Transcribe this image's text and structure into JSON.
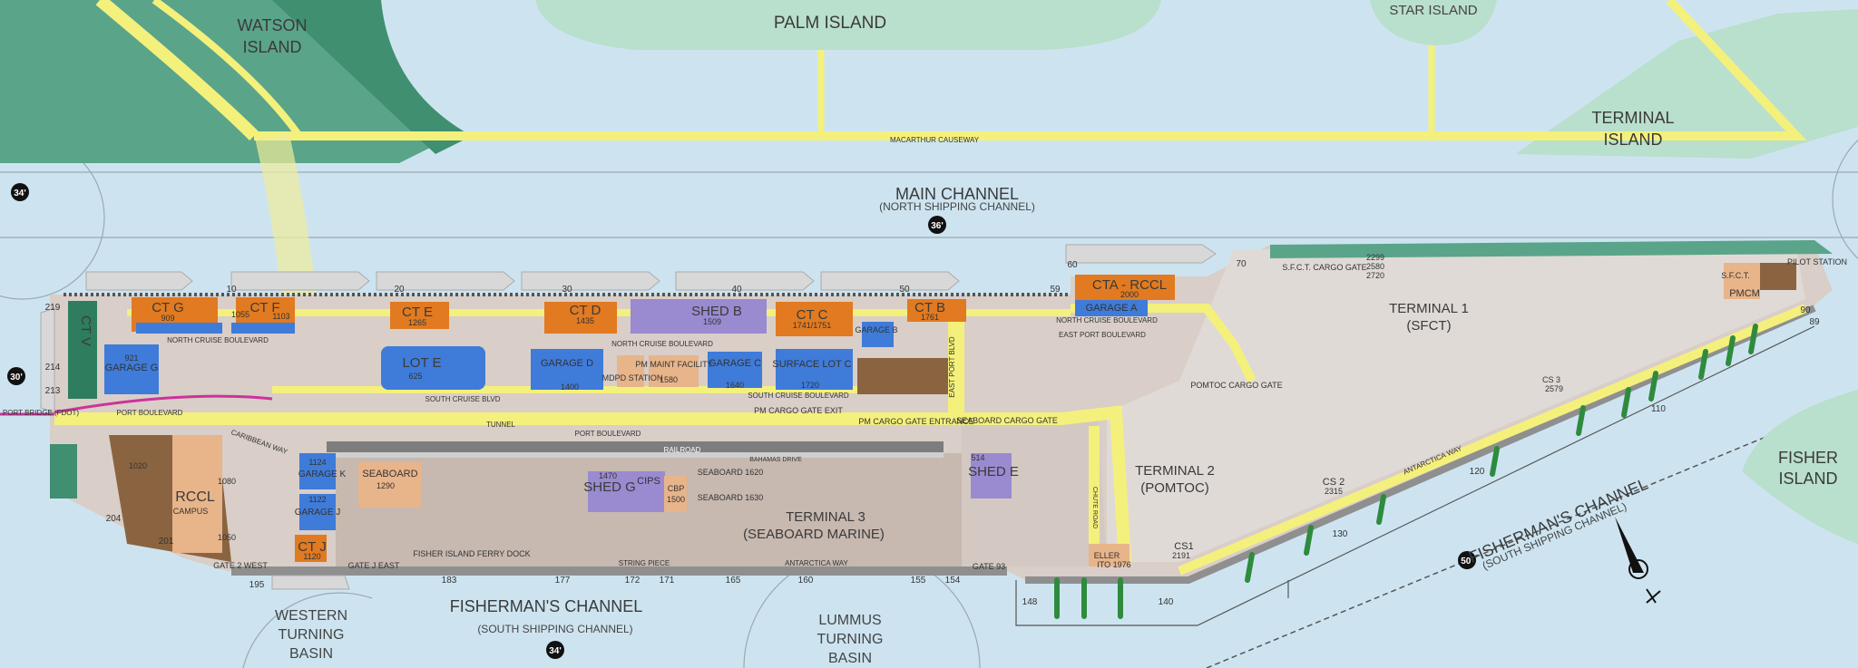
{
  "water": {
    "main_channel": "MAIN CHANNEL",
    "main_channel_sub": "(NORTH SHIPPING CHANNEL)",
    "fishermans_channel": "FISHERMAN'S CHANNEL",
    "fishermans_channel_sub": "(SOUTH SHIPPING CHANNEL)",
    "fishermans_channel_diag": "FISHERMAN'S CHANNEL",
    "fishermans_channel_diag_sub": "(SOUTH SHIPPING CHANNEL)",
    "western_basin": [
      "WESTERN",
      "TURNING",
      "BASIN"
    ],
    "lummus_basin": [
      "LUMMUS",
      "TURNING",
      "BASIN"
    ]
  },
  "islands": {
    "watson": [
      "WATSON",
      "ISLAND"
    ],
    "palm": "PALM ISLAND",
    "star": "STAR ISLAND",
    "terminal_island": [
      "TERMINAL",
      "ISLAND"
    ],
    "fisher": [
      "FISHER",
      "ISLAND"
    ]
  },
  "roads": {
    "macarthur": "MACARTHUR CAUSEWAY",
    "tunnel": "TUNNEL",
    "north_cruise": "NORTH CRUISE BOULEVARD",
    "north_cruise_2": "NORTH CRUISE BOULEVARD",
    "north_cruise_3": "NORTH CRUISE BOULEVARD",
    "south_cruise": "SOUTH CRUISE BLVD",
    "south_cruise_2": "SOUTH CRUISE BOULEVARD",
    "port_blvd": "PORT BOULEVARD",
    "port_blvd_2": "PORT BOULEVARD",
    "port_bridge": "PORT BRIDGE (FDOT)",
    "east_port": "EAST PORT BOULEVARD",
    "east_port_vert": "EAST PORT BLVD",
    "railroad": "RAILROAD",
    "bahamas": "BAHAMAS DRIVE",
    "antarctica_way": "ANTARCTICA WAY",
    "antarctica_way_2": "ANTARCTICA WAY",
    "caribbean_way": "CARIBBEAN WAY",
    "string_piece": "STRING PIECE",
    "chute_road": "CHUTE ROAD"
  },
  "depths": [
    "34'",
    "30'",
    "36'",
    "34'",
    "50'"
  ],
  "facilities": {
    "ctv": "CT V",
    "ctg": "CT G",
    "ctg_num": "909",
    "ctf": "CT F",
    "ctf_num": "1103",
    "cte": "CT E",
    "cte_num": "1265",
    "ctd": "CT D",
    "ctd_num": "1435",
    "shedb": "SHED B",
    "shedb_num": "1509",
    "ctc": "CT C",
    "ctc_num": "1741/1751",
    "ctb": "CT B",
    "ctb_num": "1761",
    "cta": "CTA - RCCL",
    "cta_num": "2000",
    "garage_a": "GARAGE A",
    "garage_g": "GARAGE G",
    "garage_g_num": "921",
    "lote": "LOT E",
    "lote_num": "625",
    "garage_d": "GARAGE D",
    "garage_d_num": "1400",
    "surface_lot_c": "SURFACE LOT C",
    "surface_lot_c_num": "1720",
    "garage_c": "GARAGE C",
    "garage_c_num": "1640",
    "garage_b": "GARAGE B",
    "pm_maint": "PM MAINT FACILITY",
    "pm_maint_num": "1580",
    "mdpd": "MDPD STATION",
    "rccl": "RCCL",
    "rccl_sub": "CAMPUS",
    "garage_k": "GARAGE K",
    "garage_k_num": "1124",
    "garage_j": "GARAGE J",
    "garage_j_num": "1122",
    "ctj": "CT J",
    "ctj_num": "1120",
    "seaboard": "SEABOARD",
    "seaboard_num": "1290",
    "shedg": "SHED G",
    "shedg_num": "1470",
    "cips": "CIPS",
    "cbp": "CBP",
    "cbp_num": "1500",
    "shede": "SHED E",
    "shede_num": "514",
    "t1": "TERMINAL 1",
    "t1_sub": "(SFCT)",
    "t2": "TERMINAL 2",
    "t2_sub": "(POMTOC)",
    "t3": "TERMINAL 3",
    "t3_sub": "(SEABOARD MARINE)",
    "cs1": "CS1",
    "cs1_num": "2191",
    "cs2": "CS 2",
    "cs2_num": "2315",
    "cs3": "CS 3",
    "cs3_num": "2579",
    "eller": "ELLER",
    "eller_num": "ITO 1976",
    "pmcm": "PMCM",
    "sfct": "S.F.C.T.",
    "pilot": "PILOT STATION",
    "pomtoc_gate": "POMTOC CARGO GATE",
    "sfct_gate": "S.F.C.T. CARGO GATE",
    "seaboard_gate": "SEABOARD CARGO GATE",
    "pm_cargo_gate": "PM CARGO GATE ENTRANCE",
    "pm_cargo_exit": "PM CARGO GATE EXIT",
    "ferry_dock": "FISHER ISLAND FERRY DOCK",
    "gate_2_west": "GATE 2 WEST",
    "gate_j_east": "GATE J EAST",
    "gate_e": "GATE 93",
    "seaboard_1620": "SEABOARD 1620",
    "seaboard_1630": "SEABOARD 1630"
  },
  "numbers": {
    "top_berths": [
      "10",
      "20",
      "30",
      "40",
      "50",
      "59",
      "60",
      "70"
    ],
    "bottom_berths": [
      "195",
      "183",
      "177",
      "172",
      "171",
      "165",
      "160",
      "155",
      "154",
      "148",
      "140"
    ],
    "east_berths": [
      "110",
      "120",
      "130",
      "90",
      "89"
    ],
    "left_edge": [
      "219",
      "214",
      "213",
      "204",
      "201"
    ],
    "misc": [
      "1020",
      "1080",
      "1050",
      "2299",
      "2580",
      "2720",
      "1055"
    ]
  }
}
